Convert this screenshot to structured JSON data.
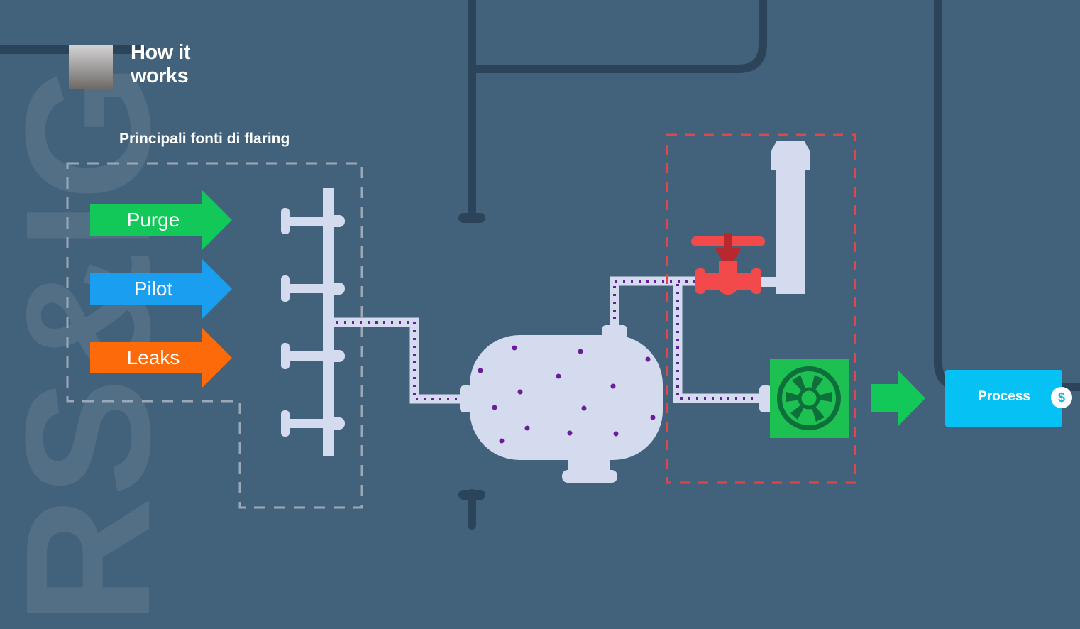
{
  "header": {
    "title_line1": "How it",
    "title_line2": "works"
  },
  "sources": {
    "heading": "Principali fonti di flaring",
    "items": [
      {
        "label": "Purge",
        "color": "#12c859"
      },
      {
        "label": "Pilot",
        "color": "#1a9ff0"
      },
      {
        "label": "Leaks",
        "color": "#fc6a0a"
      }
    ]
  },
  "output": {
    "label": "Process",
    "badge": "$",
    "color": "#05c1f4",
    "arrow_color": "#12c859"
  },
  "colors": {
    "background": "#42617a",
    "pipe": "#2b4459",
    "equipment": "#d5dbef",
    "gas_dots": "#6a1d9a",
    "valve": "#f24a4a",
    "compressor": "#1cc152",
    "highlight_box": "#e0474a"
  }
}
